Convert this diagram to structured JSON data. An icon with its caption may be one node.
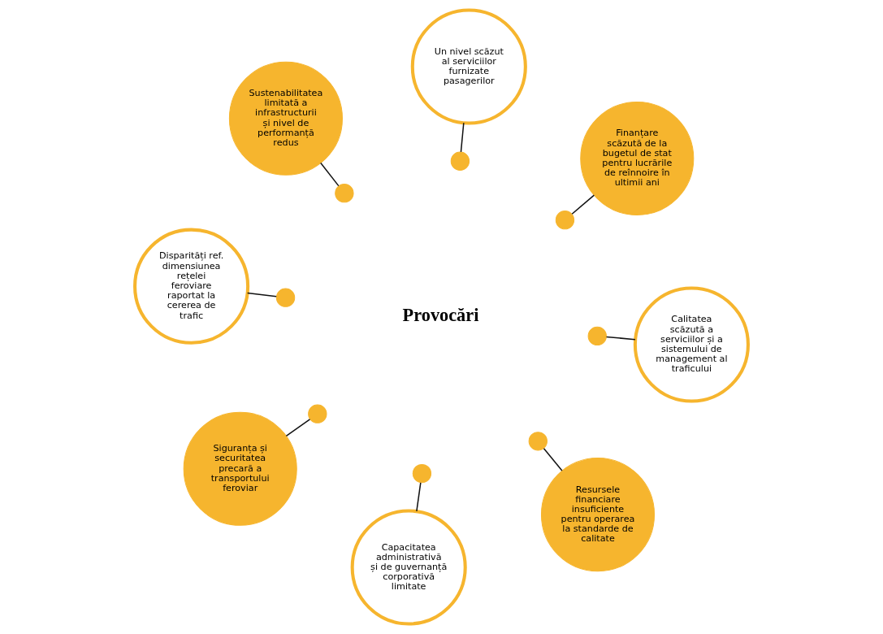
{
  "diagram": {
    "nodes": [
      {
        "text": [
          "Siguranța și securitatea precară a transportului feroviar"
        ]
      },
      {
        "text": [
          "Calitatea scăzută a serviciilor și a sistemului de management al traficului"
        ]
      },
      {
        "text": [
          "Capacitatea administrativă și de guvernanță corporativă limitate"
        ]
      },
      {
        "text": [
          "Sustenabilitatea limitată a infrastructurii și nivel de performanță redus"
        ]
      },
      {
        "text": [
          "Finanțare scăzută de la bugetul de stat pentru lucrările de reînnoire în ultimii ani"
        ]
      },
      {
        "text": [
          "Un nivel scăzut al serviciilor furnizate pasagerilor"
        ]
      },
      {
        "text": [
          "Disparități ref. dimensiunea rețelei feroviare raportat la cererea de trafic"
        ]
      },
      {
        "text": [
          "Resursele financiare insuficiente pentru operarea la standarde de calitate"
        ]
      },
      {
        "text": [],
        "shape": "circle"
      },
      {
        "text": [],
        "shape": "circle"
      },
      {
        "text": [],
        "shape": "circle"
      },
      {
        "text": [],
        "shape": "circle"
      },
      {
        "text": [],
        "shape": "circle"
      },
      {
        "text": [],
        "shape": "circle"
      },
      {
        "text": [],
        "shape": "circle"
      },
      {
        "text": [],
        "shape": "circle"
      }
    ],
    "edges": [
      {
        "from": 0,
        "to": 8,
        "arrow": "none"
      },
      {
        "from": 1,
        "to": 9,
        "arrow": "none"
      },
      {
        "from": 2,
        "to": 10,
        "arrow": "none"
      },
      {
        "from": 3,
        "to": 11,
        "arrow": "none"
      },
      {
        "from": 4,
        "to": 12,
        "arrow": "none"
      },
      {
        "from": 5,
        "to": 13,
        "arrow": "none"
      },
      {
        "from": 6,
        "to": 14,
        "arrow": "none"
      },
      {
        "from": 7,
        "to": 15,
        "arrow": "none"
      }
    ],
    "labels": [
      "Provocări"
    ]
  }
}
